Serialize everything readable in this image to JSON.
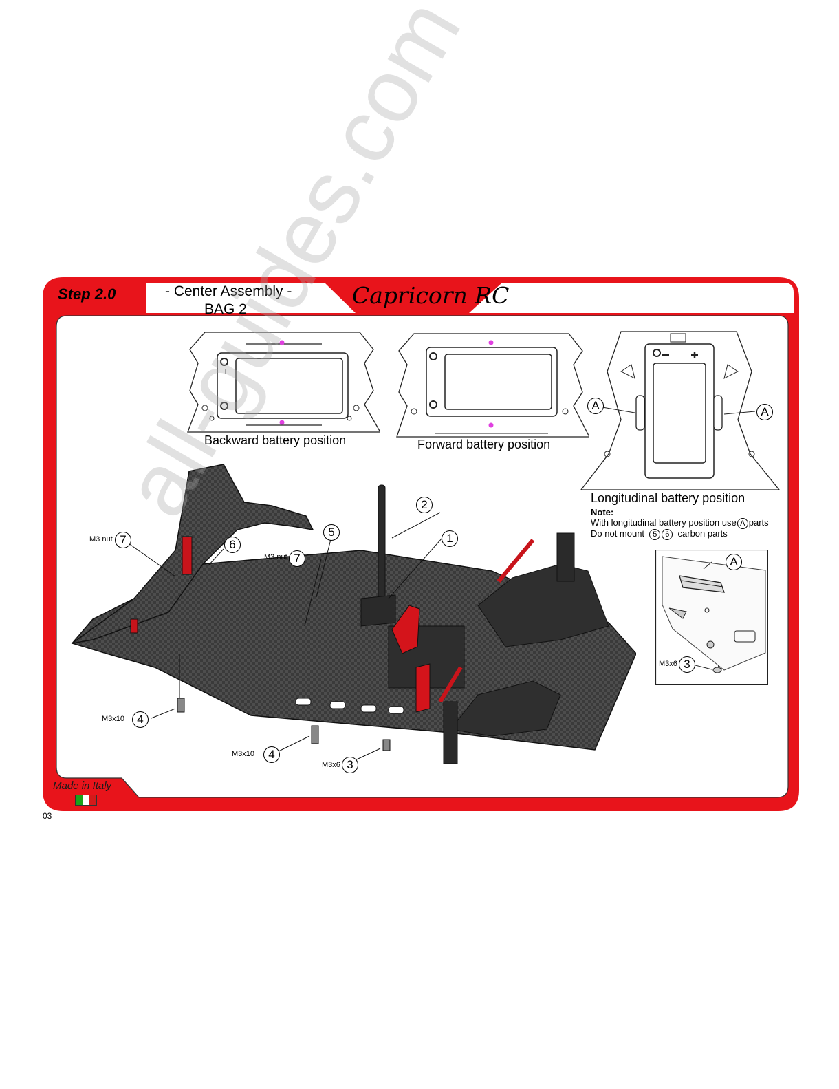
{
  "header": {
    "step_title": "Step 2.0",
    "subtitle_line1": "- Center Assembly -",
    "subtitle_line2": "BAG 2",
    "brand": "Capricorn RC"
  },
  "diagrams": {
    "backward_caption": "Backward battery position",
    "forward_caption": "Forward battery position",
    "longitudinal_caption": "Longitudinal battery position",
    "note_label": "Note:",
    "note_line1_prefix": "With longitudinal battery position use",
    "note_line1_ref": "A",
    "note_line1_suffix": "parts",
    "note_line2_prefix": "Do not mount",
    "note_line2_ref1": "5",
    "note_line2_ref2": "6",
    "note_line2_suffix": "carbon parts",
    "plus_sign": "+",
    "minus_sign": "–",
    "callout_a": "A"
  },
  "parts": {
    "m3_nut": "M3 nut",
    "m3x10": "M3x10",
    "m3x6": "M3x6",
    "n1": "1",
    "n2": "2",
    "n3": "3",
    "n4": "4",
    "n5": "5",
    "n6": "6",
    "n7": "7"
  },
  "footer": {
    "made_in": "Made in Italy",
    "page_number": "03"
  },
  "watermark": "all-guides.com",
  "colors": {
    "frame_red": "#e8141b",
    "carbon": "#3a3a3a",
    "accent_red": "#d4141b",
    "flag_green": "#1aa31a",
    "flag_white": "#ffffff",
    "flag_red": "#d41a1a",
    "magenta_dot": "#e040e0"
  }
}
